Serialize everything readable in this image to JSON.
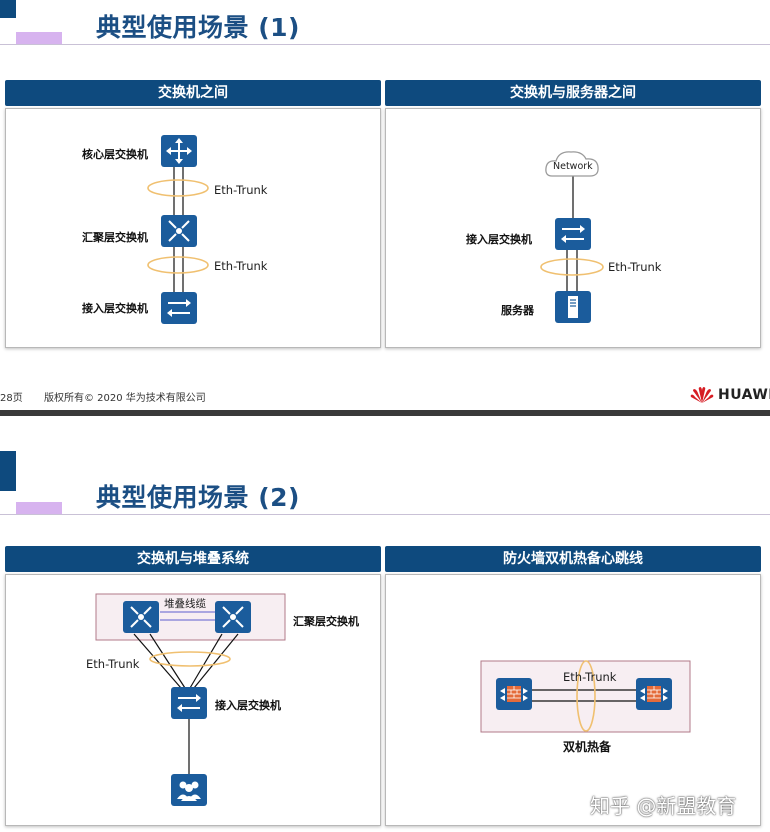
{
  "slide1": {
    "title": "典型使用场景 (1)",
    "panel_left": {
      "header": "交换机之间",
      "labels": {
        "core": "核心层交换机",
        "aggregation": "汇聚层交换机",
        "access": "接入层交换机",
        "trunk_top": "Eth-Trunk",
        "trunk_bottom": "Eth-Trunk"
      }
    },
    "panel_right": {
      "header": "交换机与服务器之间",
      "labels": {
        "cloud": "Network",
        "access": "接入层交换机",
        "trunk": "Eth-Trunk",
        "server": "服务器"
      }
    },
    "footer": {
      "page": "28页",
      "copyright": "版权所有© 2020 华为技术有限公司",
      "brand": "HUAWEI"
    }
  },
  "slide2": {
    "title": "典型使用场景 (2)",
    "panel_left": {
      "header": "交换机与堆叠系统",
      "labels": {
        "stack_cable": "堆叠线缆",
        "aggregation": "汇聚层交换机",
        "trunk": "Eth-Trunk",
        "access": "接入层交换机"
      }
    },
    "panel_right": {
      "header": "防火墙双机热备心跳线",
      "labels": {
        "trunk": "Eth-Trunk",
        "caption": "双机热备"
      }
    }
  },
  "watermark": "知乎 @新盟教育",
  "colors": {
    "brand_blue": "#0e4a7e",
    "device_blue": "#1b5c9c",
    "accent_purple": "#d7b3ef",
    "trunk_ellipse": "#f0c070",
    "group_box": "#f7eef2"
  }
}
